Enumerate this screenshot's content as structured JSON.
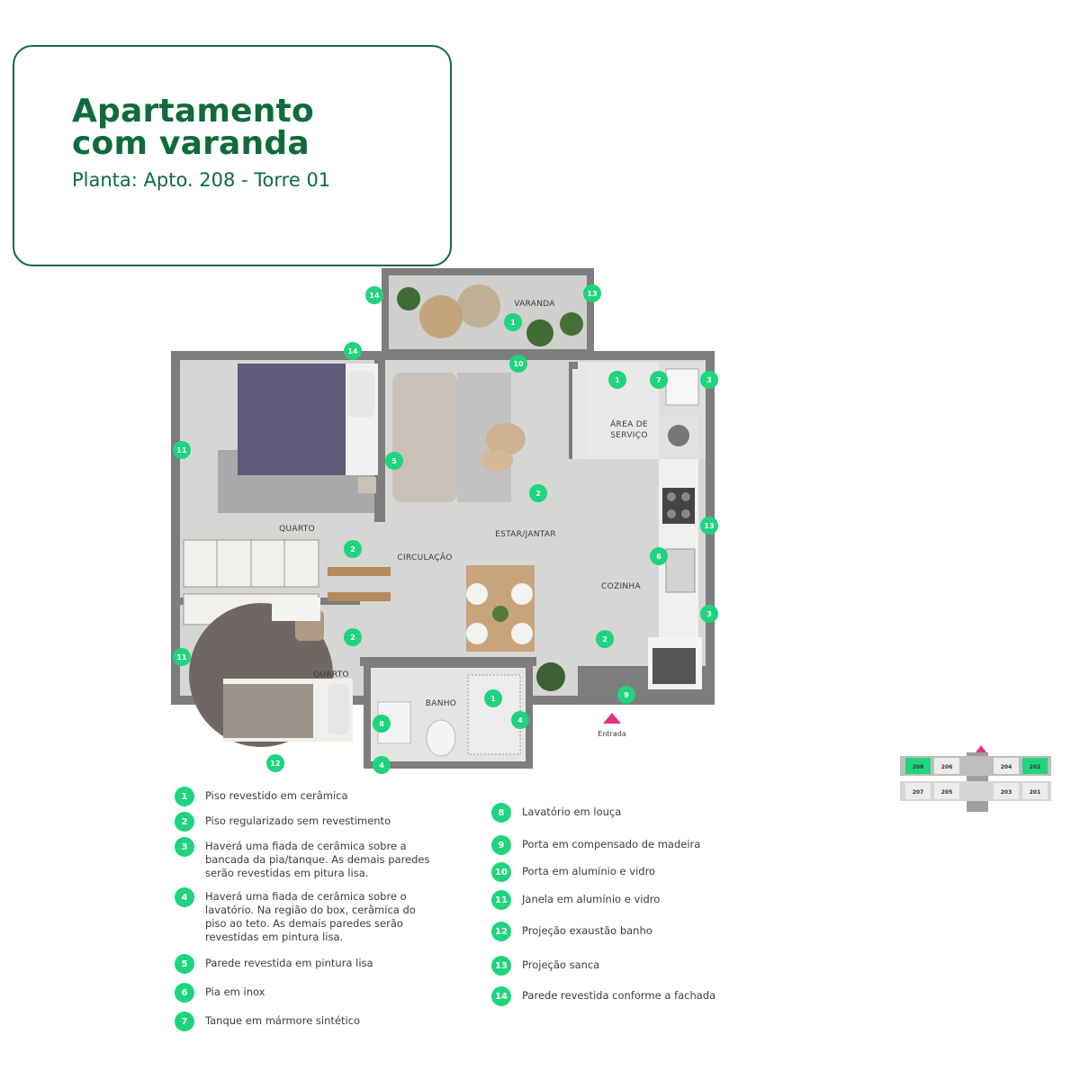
{
  "header": {
    "title_line1": "Apartamento",
    "title_line2": "com varanda",
    "subtitle": "Planta: Apto. 208 - Torre 01"
  },
  "plan": {
    "rooms": {
      "varanda": "VARANDA",
      "area_servico_1": "ÁREA DE",
      "area_servico_2": "SERVIÇO",
      "quarto_1": "QUARTO",
      "quarto_2": "QUARTO",
      "circulacao": "CIRCULAÇÃO",
      "estar_jantar": "ESTAR/JANTAR",
      "cozinha": "COZINHA",
      "banho": "BANHO"
    },
    "entrance_label": "Entrada",
    "markers": [
      "14",
      "1",
      "13",
      "14",
      "10",
      "1",
      "7",
      "3",
      "11",
      "5",
      "2",
      "2",
      "13",
      "6",
      "3",
      "2",
      "11",
      "2",
      "9",
      "1",
      "8",
      "4",
      "4",
      "12"
    ]
  },
  "legend": {
    "left": [
      {
        "num": "1",
        "text": "Piso revestido em cerâmica"
      },
      {
        "num": "2",
        "text": "Piso regularizado sem revestimento"
      },
      {
        "num": "3",
        "text": "Haverá uma fiada de cerâmica sobre a bancada da pia/tanque. As demais paredes serão revestidas em pitura lisa."
      },
      {
        "num": "4",
        "text": "Haverá uma fiada de cerâmica sobre o lavatório. Na região do box, cerâmica do piso ao teto. As demais paredes serão revestidas em pintura lisa."
      },
      {
        "num": "5",
        "text": "Parede revestida em pintura lisa"
      },
      {
        "num": "6",
        "text": "Pia em inox"
      },
      {
        "num": "7",
        "text": "Tanque em mármore sintético"
      }
    ],
    "right": [
      {
        "num": "8",
        "text": "Lavatório em louça"
      },
      {
        "num": "9",
        "text": "Porta em compensado de madeira"
      },
      {
        "num": "10",
        "text": "Porta em alumínio e vidro"
      },
      {
        "num": "11",
        "text": "Janela em alumínio e vidro"
      },
      {
        "num": "12",
        "text": "Projeção exaustão banho"
      },
      {
        "num": "13",
        "text": "Projeção sanca"
      },
      {
        "num": "14",
        "text": "Parede revestida conforme a fachada"
      }
    ]
  },
  "keyplan": {
    "units_top": [
      "208",
      "206",
      "204",
      "202"
    ],
    "units_bottom": [
      "207",
      "205",
      "203",
      "201"
    ],
    "highlight_color": "#1ed47d",
    "marker_color": "#e8337a"
  },
  "colors": {
    "brand": "#0f6b3b",
    "badge": "#1ed47d",
    "entrance": "#e8337a"
  }
}
